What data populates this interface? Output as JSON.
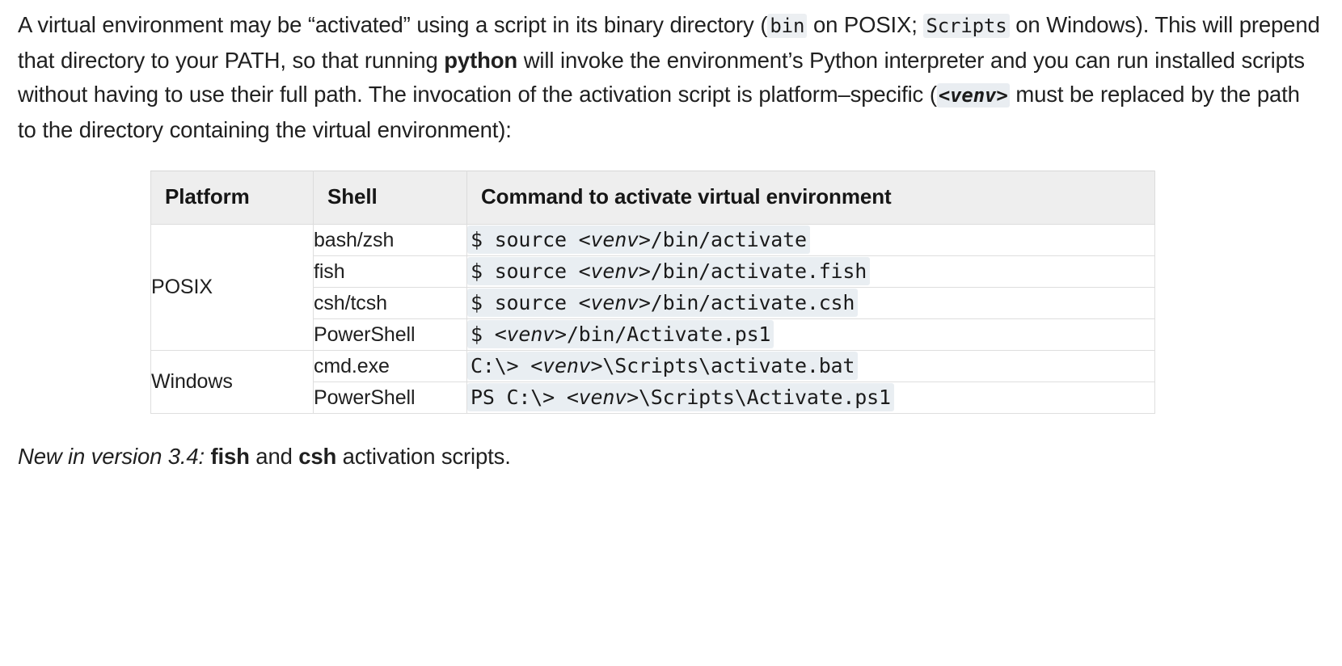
{
  "intro": {
    "seg1": "A virtual environment may be “activated” using a script in its binary directory (",
    "code_bin": "bin",
    "seg2": " on POSIX; ",
    "code_scripts": "Scripts",
    "seg3": " on Windows). This will prepend that directory to your PATH, so that running ",
    "bold_python": "python",
    "seg4": " will invoke the environment’s Python interpreter and you can run installed scripts without having to use their full path. The invocation of the activation script is platform–specific (",
    "code_venv": "<venv>",
    "seg5": " must be replaced by the path to the directory containing the virtual environment):"
  },
  "table": {
    "headers": {
      "platform": "Platform",
      "shell": "Shell",
      "command": "Command to activate virtual environment"
    },
    "groups": [
      {
        "platform": "POSIX",
        "rows": [
          {
            "shell": "bash/zsh",
            "cmd_prefix": "$ source ",
            "cmd_venv": "<venv>",
            "cmd_suffix": "/bin/activate"
          },
          {
            "shell": "fish",
            "cmd_prefix": "$ source ",
            "cmd_venv": "<venv>",
            "cmd_suffix": "/bin/activate.fish"
          },
          {
            "shell": "csh/tcsh",
            "cmd_prefix": "$ source ",
            "cmd_venv": "<venv>",
            "cmd_suffix": "/bin/activate.csh"
          },
          {
            "shell": "PowerShell",
            "cmd_prefix": "$ ",
            "cmd_venv": "<venv>",
            "cmd_suffix": "/bin/Activate.ps1"
          }
        ]
      },
      {
        "platform": "Windows",
        "rows": [
          {
            "shell": "cmd.exe",
            "cmd_prefix": "C:\\> ",
            "cmd_venv": "<venv>",
            "cmd_suffix": "\\Scripts\\activate.bat"
          },
          {
            "shell": "PowerShell",
            "cmd_prefix": "PS C:\\> ",
            "cmd_venv": "<venv>",
            "cmd_suffix": "\\Scripts\\Activate.ps1"
          }
        ]
      }
    ]
  },
  "versionadded": {
    "label": "New in version 3.4:",
    "seg1": " ",
    "bold1": "fish",
    "seg2": " and ",
    "bold2": "csh",
    "seg3": " activation scripts."
  },
  "colors": {
    "text": "#202020",
    "header_bg": "#eeeeee",
    "border": "#dedede",
    "code_bg": "#e9eef2",
    "inline_code_bg": "#eceff2"
  }
}
